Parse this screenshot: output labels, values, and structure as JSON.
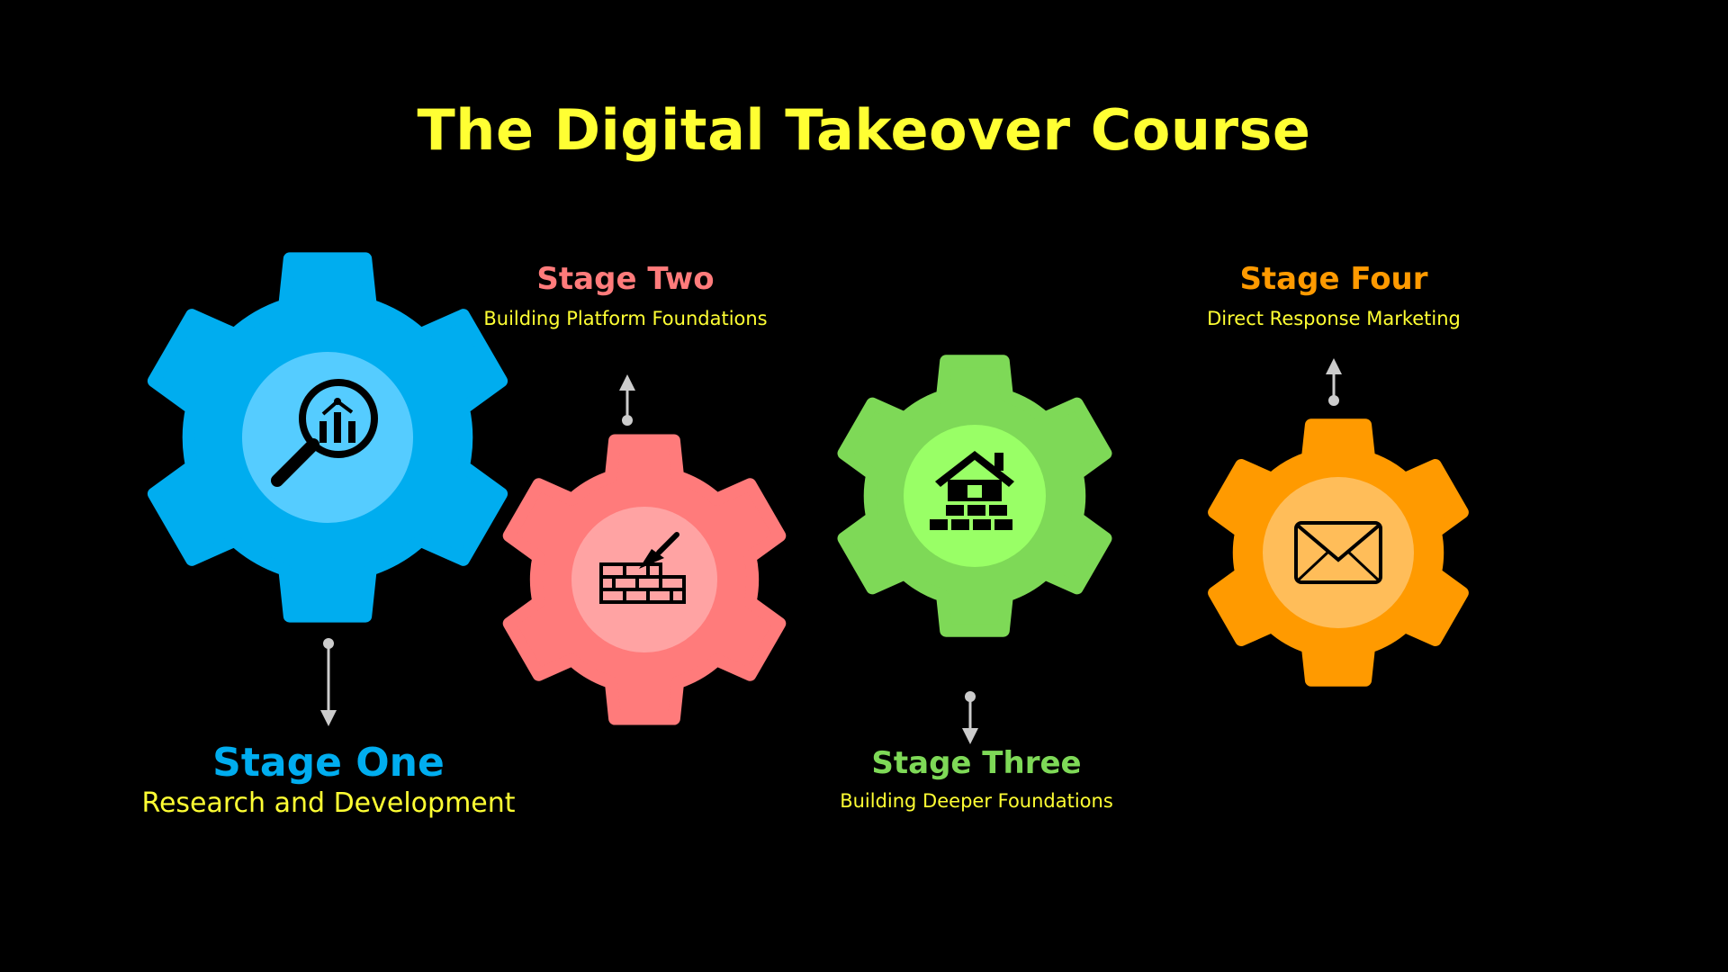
{
  "title": "The Digital Takeover Course",
  "stages": [
    {
      "name": "Stage One",
      "description": "Research and Development",
      "color": "#00adef",
      "inner_color": "#55ccff",
      "icon": "magnifier-chart-icon"
    },
    {
      "name": "Stage Two",
      "description": "Building Platform Foundations",
      "color": "#ff7b7b",
      "inner_color": "#ffa3a3",
      "icon": "brick-wall-trowel-icon"
    },
    {
      "name": "Stage Three",
      "description": "Building Deeper Foundations",
      "color": "#7ed957",
      "inner_color": "#99ff66",
      "icon": "house-bricks-icon"
    },
    {
      "name": "Stage Four",
      "description": "Direct Response Marketing",
      "color": "#ff9a00",
      "inner_color": "#ffbd59",
      "icon": "envelope-icon"
    }
  ],
  "colors": {
    "background": "#000000",
    "title": "#ffff33",
    "description": "#ffff33",
    "connector": "#cccccc"
  }
}
